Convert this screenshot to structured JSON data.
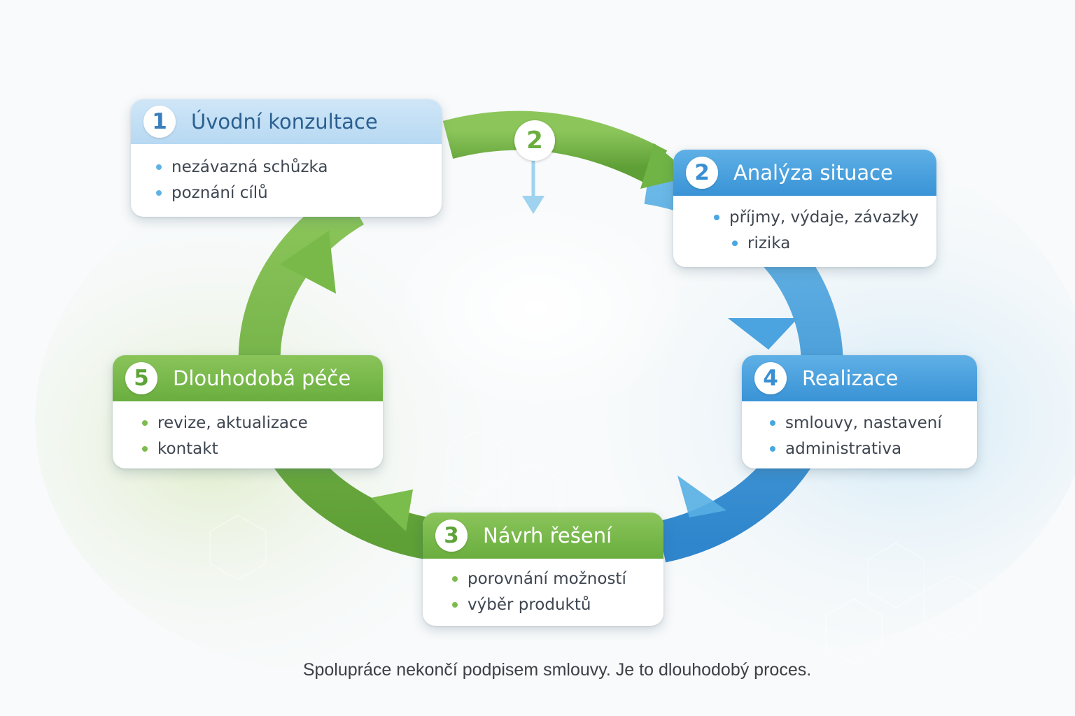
{
  "steps": [
    {
      "number": "1",
      "title": "Úvodní konzultace",
      "items": [
        "nezávazná schůzka",
        "poznání cílů"
      ],
      "color": "#b7d9f2"
    },
    {
      "number": "2",
      "title": "Analýza situace",
      "items": [
        "příjmy, výdaje, závazky",
        "rizika"
      ],
      "color": "#3993d6"
    },
    {
      "number": "4",
      "title": "Realizace",
      "items": [
        "smlouvy, nastavení",
        "administrativa"
      ],
      "color": "#3993d6"
    },
    {
      "number": "3",
      "title": "Návrh řešení",
      "items": [
        "porovnání možností",
        "výběr produktů"
      ],
      "color": "#6aae3f"
    },
    {
      "number": "5",
      "title": "Dlouhodobá péče",
      "items": [
        "revize, aktualizace",
        "kontakt"
      ],
      "color": "#6aae3f"
    }
  ],
  "cycle_badge": "2",
  "caption": "Spolupráce nekončí podpisem smlouvy. Je to dlouhodobý proces.",
  "colors": {
    "green": "#6aae3f",
    "blue": "#3993d6",
    "light_blue": "#b7d9f2"
  }
}
